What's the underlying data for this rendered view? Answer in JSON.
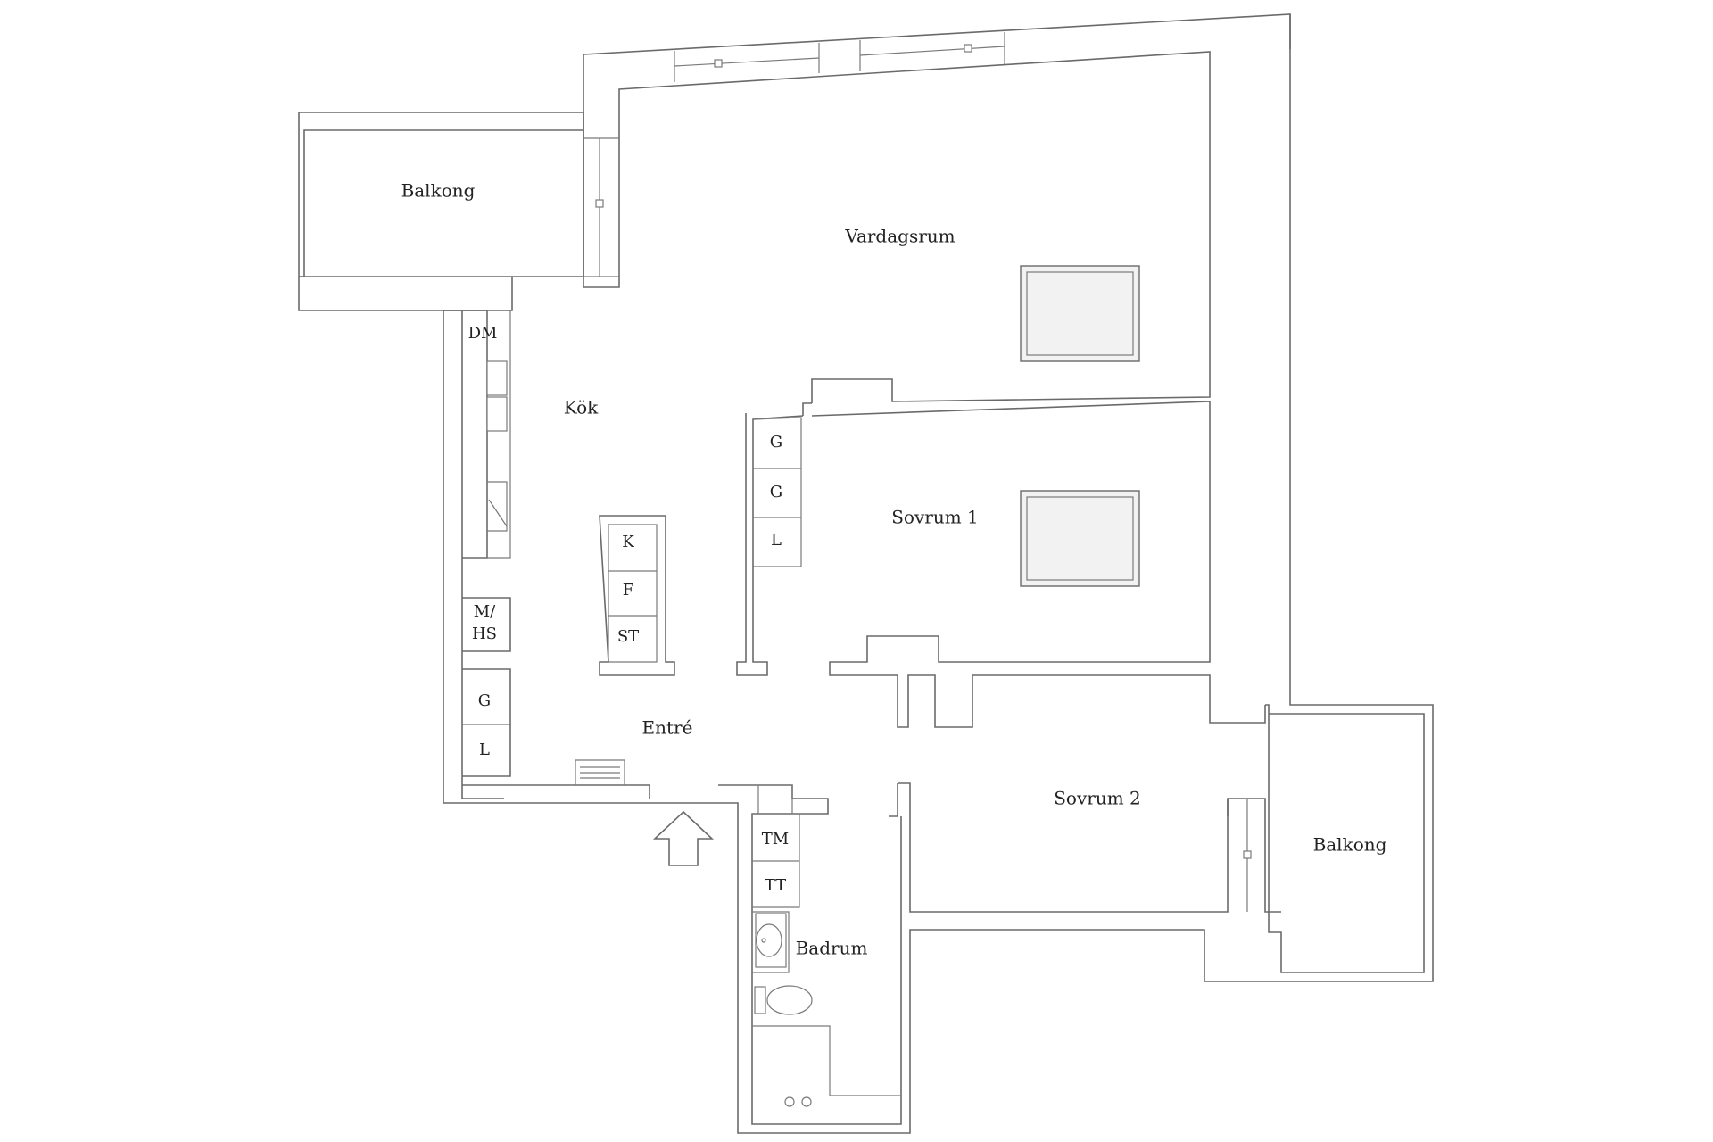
{
  "rooms": {
    "balkong_west": "Balkong",
    "vardagsrum": "Vardagsrum",
    "kok": "Kök",
    "sovrum1": "Sovrum 1",
    "entre": "Entré",
    "sovrum2": "Sovrum 2",
    "balkong_east": "Balkong",
    "badrum": "Badrum"
  },
  "fixtures": {
    "dm": "DM",
    "k": "K",
    "f": "F",
    "st": "ST",
    "wardrobe_g1": "G",
    "wardrobe_g2": "G",
    "wardrobe_l": "L",
    "m_hs_line1": "M/",
    "m_hs_line2": "HS",
    "hall_g": "G",
    "hall_l": "L",
    "tm": "TM",
    "tt": "TT"
  },
  "icons": {
    "entrance": "entrance-arrow-icon",
    "sink": "washbasin-icon",
    "toilet": "toilet-icon",
    "shower": "shower-icon"
  },
  "colors": {
    "wall": "#6a6a6a",
    "bed_fill": "#f2f2f2",
    "text": "#222222"
  }
}
